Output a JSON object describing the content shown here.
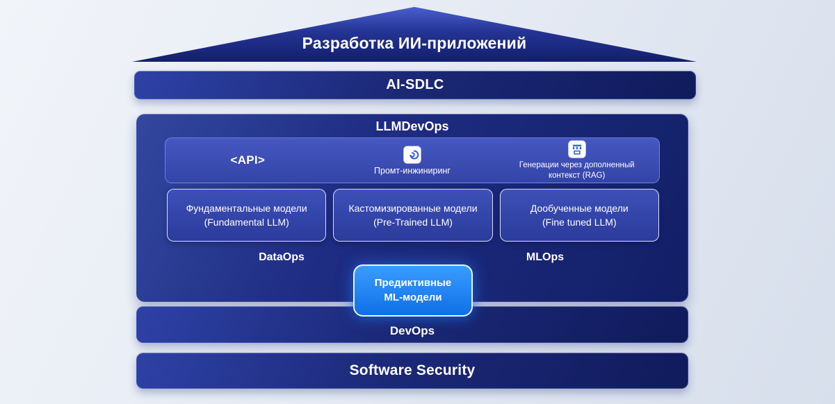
{
  "roof": {
    "title": "Разработка ИИ-приложений"
  },
  "ai_sdlc_bar": {
    "label": "AI-SDLC"
  },
  "llmdevops": {
    "title": "LLMDevOps",
    "api_label": "<API>",
    "prompt_label": "Промт-инжиниринг",
    "rag_line1": "Генерации через дополненный",
    "rag_line2": "контекст (RAG)",
    "models": [
      {
        "line1": "Фундаментальные модели",
        "line2": "(Fundamental LLM)"
      },
      {
        "line1": "Кастомизированные модели",
        "line2": "(Pre-Trained LLM)"
      },
      {
        "line1": "Дообученные модели",
        "line2": "(Fine tuned LLM)"
      }
    ],
    "dataops_label": "DataOps",
    "mlops_label": "MLOps"
  },
  "predictive": {
    "line1": "Предиктивные",
    "line2": "ML-модели"
  },
  "devops_bar": {
    "label": "DevOps"
  },
  "security_bar": {
    "label": "Software Security"
  },
  "icons": {
    "prompt": "prompt-engineering-icon",
    "rag": "rag-icon"
  },
  "colors": {
    "navy_dark": "#101b5c",
    "navy_mid": "#1d2b80",
    "navy_light": "#3448ac",
    "accent_blue": "#1779f3",
    "icon_glyph_blue": "#2f5fd9",
    "white": "#ffffff"
  }
}
